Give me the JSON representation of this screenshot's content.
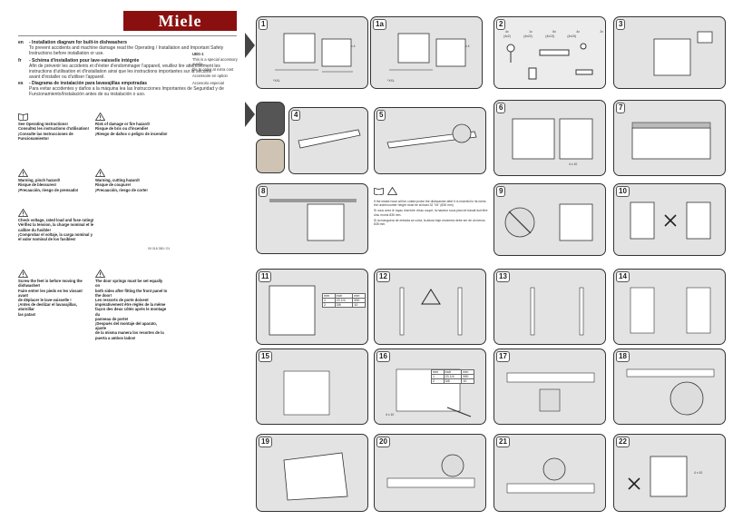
{
  "header": {
    "brand": "Miele"
  },
  "languages": [
    {
      "code": "en",
      "title": "- Installation diagram for built-in dishwashers",
      "lines": [
        "To prevent accidents and machine damage read the Operating / Installation and Important Safety",
        "Instructions before installation or use."
      ]
    },
    {
      "code": "fr",
      "title": "- Schéma d'installation pour lave-vaisselle intégrée",
      "lines": [
        "Afin de prévenir les accidents et d'éviter d'endommager l'appareil, veuillez lire attentivement les",
        "instructions d'utilisation et d'installation ainsi que les instructions importantes sur la sécurité",
        "avant d'installer ou d'utiliser l'appareil."
      ]
    },
    {
      "code": "es",
      "title": "- Diagrama de instalación para lavavajillas empotradas",
      "lines": [
        "Para evitar accidentes y daños a la máquina lea las Instrucciones Importantes de Seguridad y de",
        "Funcionamiento/Instalación antes de su instalación o uso."
      ]
    }
  ],
  "accessory_note": {
    "code": "UBS-1",
    "lines": [
      "This is a special accessory availa-",
      "ble to order at extra cost",
      "Accessoire en option",
      "Accesorio especial"
    ]
  },
  "warnings": [
    {
      "id": "operating",
      "icon": "book-icon",
      "lines": [
        "See Operating Instructions!",
        "Consultez les instructions d'utilisation!",
        "¡Consulte las Instrucciones de",
        "Funcionamiento!"
      ]
    },
    {
      "id": "fire",
      "icon": "warning-icon",
      "lines": [
        "Risk of damage or fire hazard!",
        "Risque de bris ou d'incendie!",
        "¡Riesgo de daños o peligro de incendio!"
      ]
    },
    {
      "id": "pinch",
      "icon": "warning-icon",
      "lines": [
        "Warning, pinch hazard!",
        "Risque de blessures!",
        "¡Precaución, riesgo de prensado!"
      ]
    },
    {
      "id": "cutting",
      "icon": "warning-icon",
      "lines": [
        "Warning, cutting hazard!",
        "Risque de coupure!",
        "¡Precaución, riesgo de corte!"
      ]
    },
    {
      "id": "voltage",
      "icon": "warning-icon",
      "lines": [
        "Check voltage, rated load and fuse rating!",
        "Vérifiez la tension, la charge nominal et le",
        "calibre du fusible!",
        "¡Comprobar el voltaje, la carga nominal y",
        "el valor nominal de los fusibles!"
      ]
    },
    {
      "id": "feet",
      "icon": "warning-icon",
      "lines": [
        "Screw the feet in before moving the",
        "dishwasher!",
        "Faire entrer les pieds en les vissant avant",
        "de déplacer le lave-vaisselle !",
        "¡Antes de deslizar el lavavajillas, atornillar",
        "las patas!"
      ]
    },
    {
      "id": "springs",
      "icon": "warning-icon",
      "lines": [
        "The door springs must be set equally on",
        "both sides after fitting the front panel to",
        "the door!",
        "Les ressorts de porte doivent",
        "impérativement être réglés de la même",
        "façon des deux côtés après le montage du",
        "panneau de porte!",
        "¡Después del montaje del aparato, ajuste",
        "de la misma manera los resortes de la",
        "puerta a ambos lados!"
      ]
    }
  ],
  "doc_code": "09 016 380 / 01",
  "steps": [
    "1",
    "1a",
    "2",
    "3",
    "4",
    "5",
    "6",
    "7",
    "8",
    "9",
    "10",
    "11",
    "12",
    "13",
    "14",
    "15",
    "16",
    "17",
    "18",
    "19",
    "20",
    "21",
    "22"
  ],
  "step1_labels": {
    "qty": "x 4",
    "xxl": "*XXL"
  },
  "step1a_labels": {
    "qty": "x 4",
    "xxl": "*XXL"
  },
  "step2_parts": [
    "4x",
    "1x",
    "6x",
    "4x",
    "2x",
    "(4x2)",
    "(4x22)",
    "(4x13)",
    "(4x15)"
  ],
  "step6_label": "4 x 10",
  "step8_note_lines": [
    "If the intake hose will be cutted probe the dishwasher after it is inserted in its niche, the undercounter height must be at least 32 7/8\" (835 mm)",
    "Si vous avez le tuyau d'arrivée d'eau coupé, la hauteur sous plan de travail doit être d'au moins 835 mm.",
    "Si la manguera de entrada se corta, la altura bajo encimera debe ser de al menos 835 mm."
  ],
  "table16": {
    "header": [
      "mm",
      "inch",
      "mm"
    ],
    "rows": [
      [
        "1",
        "23 1/4",
        "590"
      ],
      [
        "2",
        "3/8",
        "10"
      ]
    ]
  },
  "table11": {
    "header": [
      "mm",
      "inch",
      "mm"
    ],
    "rows": [
      [
        "1",
        "23 1/4",
        "590"
      ],
      [
        "2",
        "3/8",
        "10"
      ]
    ]
  },
  "step16_label": "4 x 10",
  "step22_label": "4 x 10"
}
